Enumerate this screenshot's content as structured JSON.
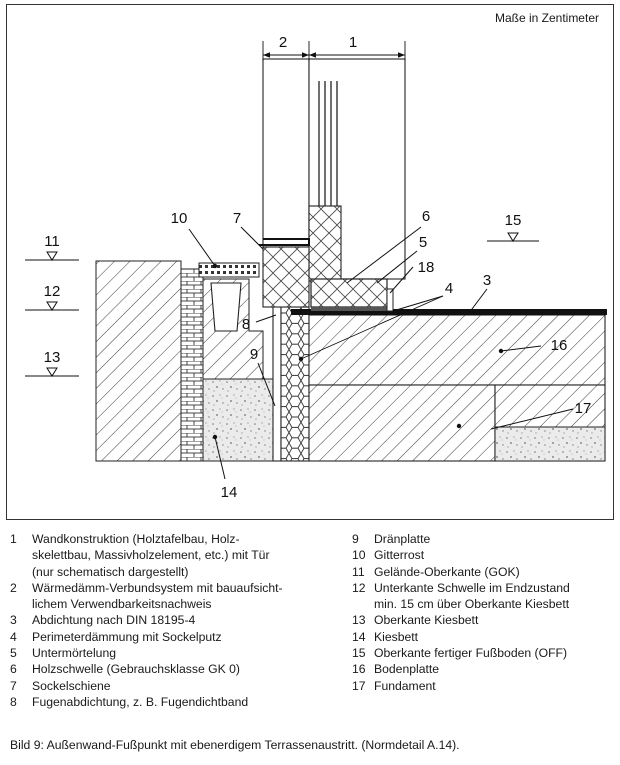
{
  "units_note": "Maße in Zentimeter",
  "dimensions": [
    "2",
    "1"
  ],
  "callouts": [
    "10",
    "7",
    "6",
    "5",
    "18",
    "4",
    "3",
    "15",
    "11",
    "12",
    "13",
    "8",
    "9",
    "16",
    "17",
    "14"
  ],
  "legend_left": [
    {
      "num": "1",
      "text": "Wandkonstruktion (Holztafelbau, Holz-\nskelettbau, Massivholzelement, etc.) mit Tür\n(nur schematisch dargestellt)"
    },
    {
      "num": "2",
      "text": "Wärmedämm-Verbundsystem mit bauaufsicht-\nlichem Verwendbarkeitsnachweis"
    },
    {
      "num": "3",
      "text": "Abdichtung nach DIN 18195-4"
    },
    {
      "num": "4",
      "text": "Perimeterdämmung mit Sockelputz"
    },
    {
      "num": "5",
      "text": "Untermörtelung"
    },
    {
      "num": "6",
      "text": "Holzschwelle (Gebrauchsklasse GK 0)"
    },
    {
      "num": "7",
      "text": "Sockelschiene"
    },
    {
      "num": "8",
      "text": "Fugenabdichtung, z. B. Fugendichtband"
    }
  ],
  "legend_right": [
    {
      "num": "9",
      "text": "Dränplatte"
    },
    {
      "num": "10",
      "text": "Gitterrost"
    },
    {
      "num": "11",
      "text": "Gelände-Oberkante (GOK)"
    },
    {
      "num": "12",
      "text": "Unterkante Schwelle im Endzustand\nmin. 15 cm über Oberkante Kiesbett"
    },
    {
      "num": "13",
      "text": "Oberkante Kiesbett"
    },
    {
      "num": "14",
      "text": "Kiesbett"
    },
    {
      "num": "15",
      "text": "Oberkante fertiger Fußboden (OFF)"
    },
    {
      "num": "16",
      "text": "Bodenplatte"
    },
    {
      "num": "17",
      "text": "Fundament"
    }
  ],
  "caption": "Bild 9: Außenwand-Fußpunkt mit ebenerdigem Terrassenaustritt. (Normdetail A.14)."
}
